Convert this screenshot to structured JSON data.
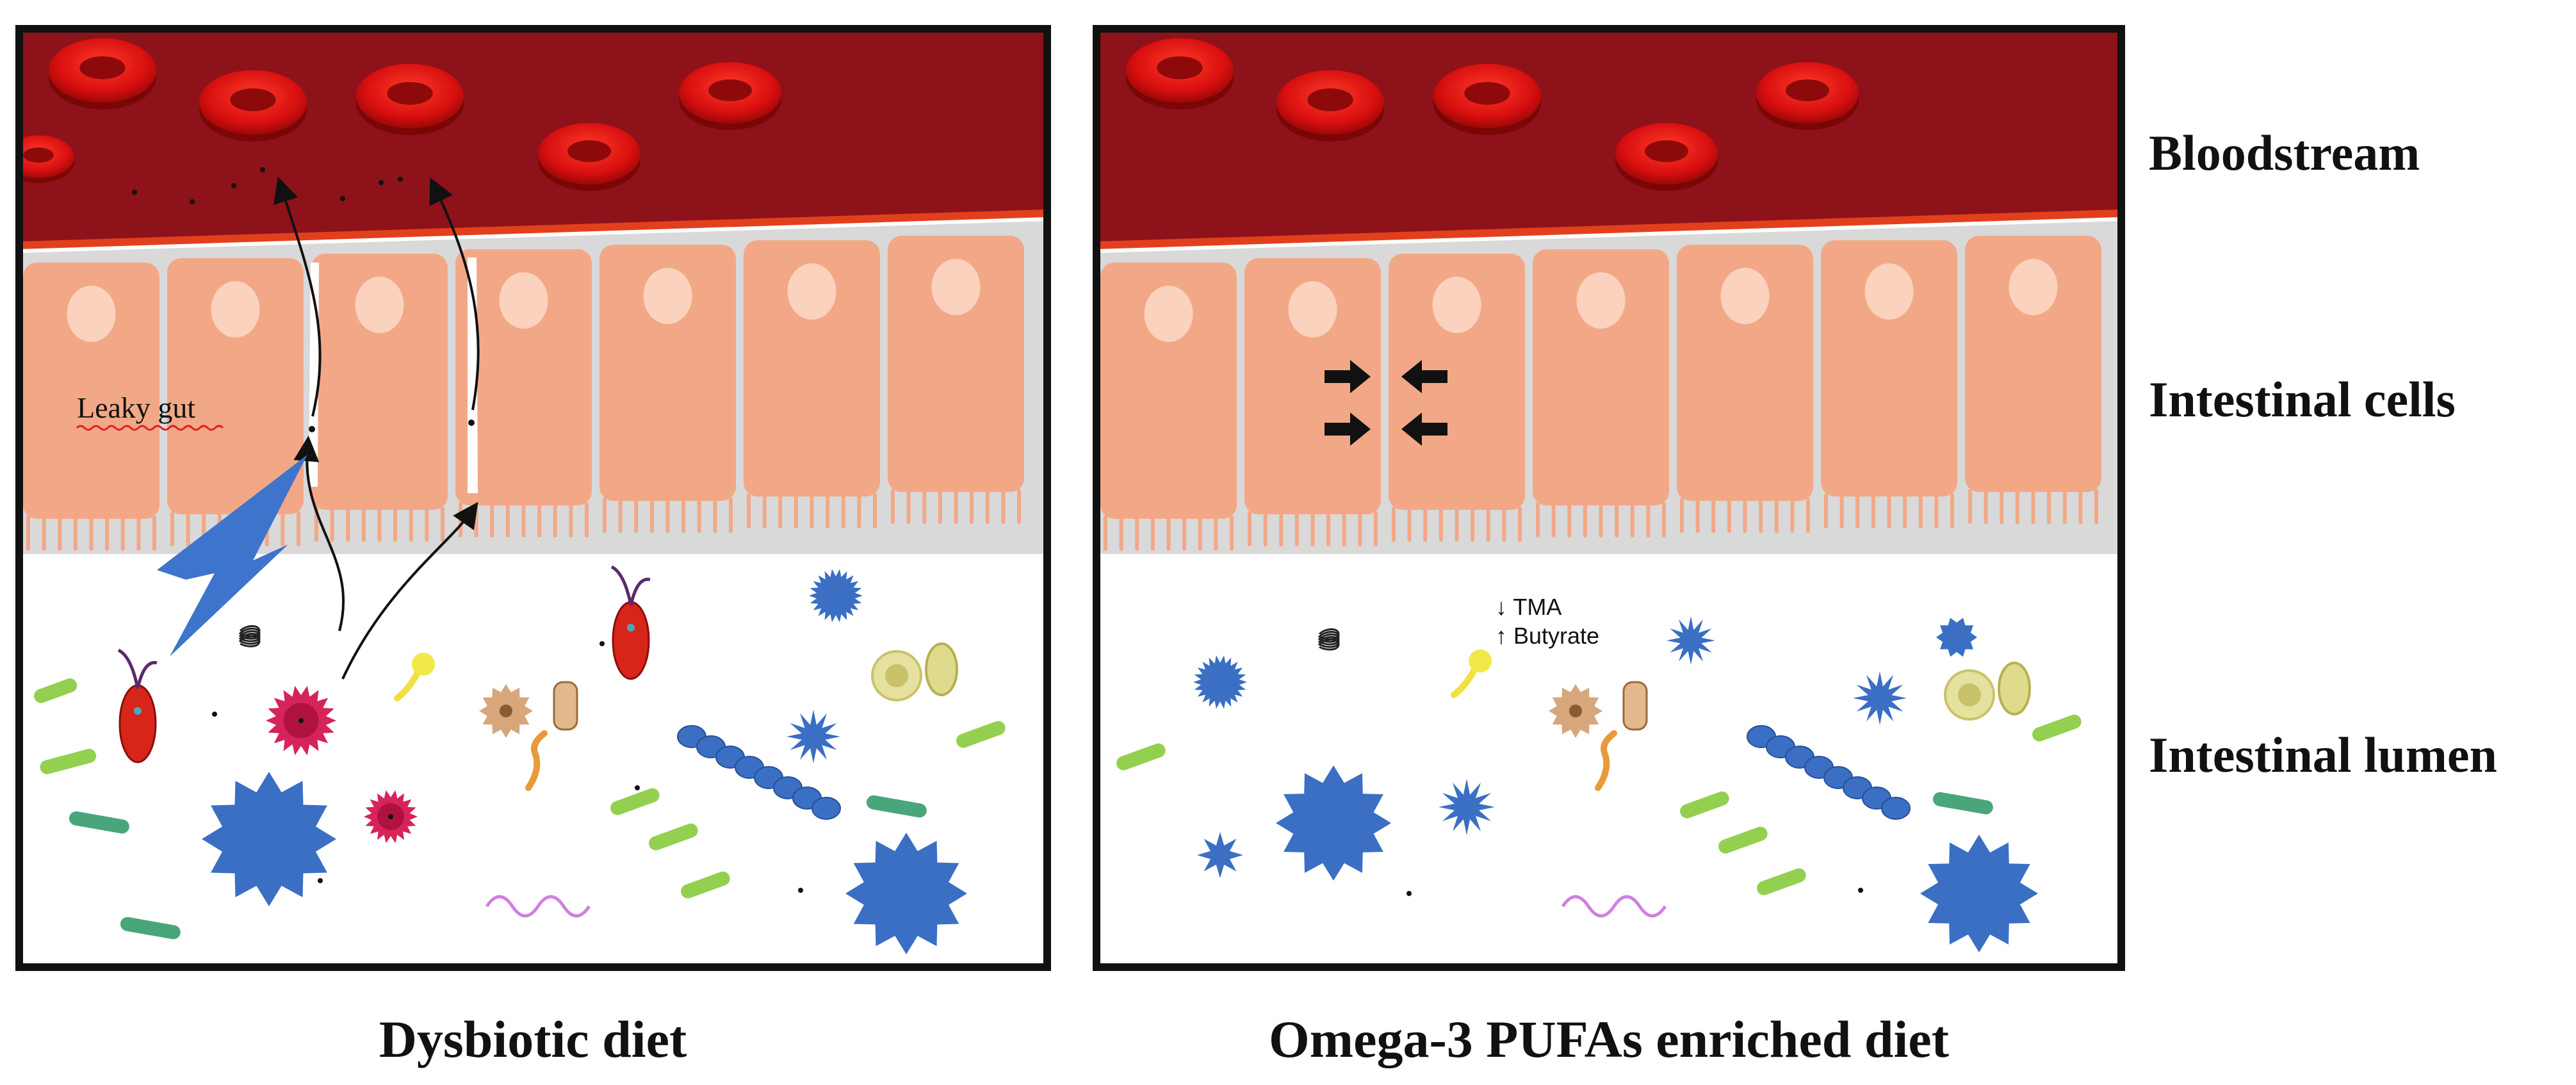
{
  "panels": [
    {
      "id": "left",
      "caption": "Dysbiotic diet",
      "annotation": "Leaky gut"
    },
    {
      "id": "right",
      "caption": "Omega-3 PUFAs enriched diet",
      "annotation_lines": [
        "↓ TMA",
        "↑ Butyrate"
      ]
    }
  ],
  "layers": {
    "bloodstream": "Bloodstream",
    "cells": "Intestinal cells",
    "lumen": "Intestinal lumen"
  },
  "colors": {
    "blood": "#8e1219",
    "blood_edge": "#e2401c",
    "rbc": "#e01010",
    "cell": "#f2a886",
    "cell_nucleus": "#fbd2bd",
    "membrane": "#d9d9d9",
    "blue_microbe": "#3a6fc4",
    "green_rod": "#93d04f",
    "teal_rod": "#4aa67a",
    "lightning": "#3f74cc",
    "pink_microbe": "#d6245a"
  }
}
